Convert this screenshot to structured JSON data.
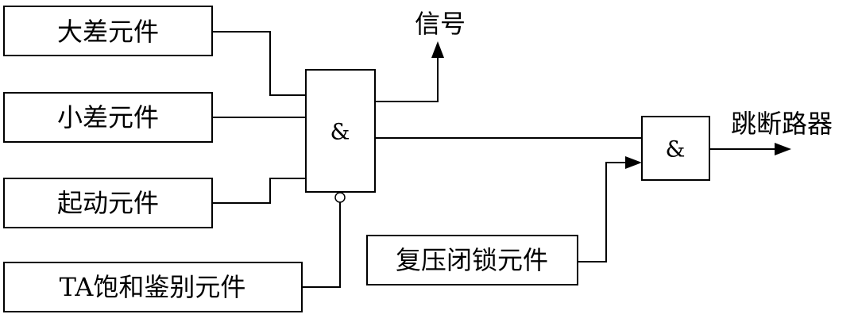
{
  "diagram": {
    "inputs": {
      "large_diff": "大差元件",
      "small_diff": "小差元件",
      "start": "起动元件",
      "ta_saturation": "TA饱和鉴别元件",
      "voltage_lock": "复压闭锁元件"
    },
    "gates": {
      "and1": "&",
      "and2": "&"
    },
    "outputs": {
      "signal": "信号",
      "trip": "跳断路器"
    }
  }
}
